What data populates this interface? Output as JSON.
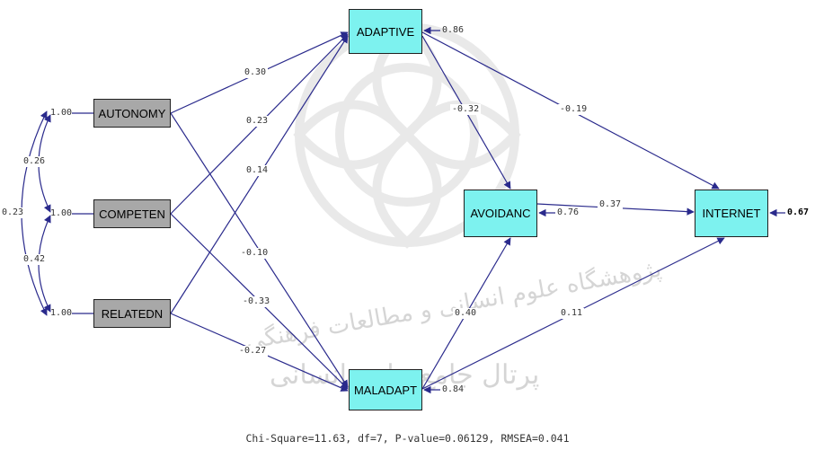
{
  "nodes": {
    "autonomy": {
      "label": "AUTONOMY",
      "variance": "1.00"
    },
    "competen": {
      "label": "COMPETEN",
      "variance": "1.00"
    },
    "relatedn": {
      "label": "RELATEDN",
      "variance": "1.00"
    },
    "adaptive": {
      "label": "ADAPTIVE",
      "error": "0.86"
    },
    "avoidanc": {
      "label": "AVOIDANC",
      "error": "0.76"
    },
    "maladapt": {
      "label": "MALADAPT",
      "error": "0.84"
    },
    "internet": {
      "label": "INTERNET",
      "error": "0.67"
    }
  },
  "correlations": {
    "autonomy_competen": "0.26",
    "competen_relatedn": "0.42",
    "autonomy_relatedn": "0.23"
  },
  "paths": {
    "autonomy_adaptive": "0.30",
    "competen_adaptive": "0.23",
    "relatedn_adaptive": "0.14",
    "autonomy_maladapt": "-0.10",
    "competen_maladapt": "-0.33",
    "relatedn_maladapt": "-0.27",
    "adaptive_avoidanc": "-0.32",
    "adaptive_internet": "-0.19",
    "avoidanc_internet": "0.37",
    "maladapt_avoidanc": "0.40",
    "maladapt_internet": "0.11"
  },
  "fit_statistics": "Chi-Square=11.63, df=7, P-value=0.06129, RMSEA=0.041",
  "watermark": {
    "text_1": "پژوهشگاه علوم انسانی و مطالعات فرهنگی",
    "text_2": "پرتال جامع علوم انسانی"
  },
  "colors": {
    "exogenous_fill": "#a8a8a8",
    "endogenous_fill": "#7df2ef",
    "arrow": "#2a2a8c"
  }
}
